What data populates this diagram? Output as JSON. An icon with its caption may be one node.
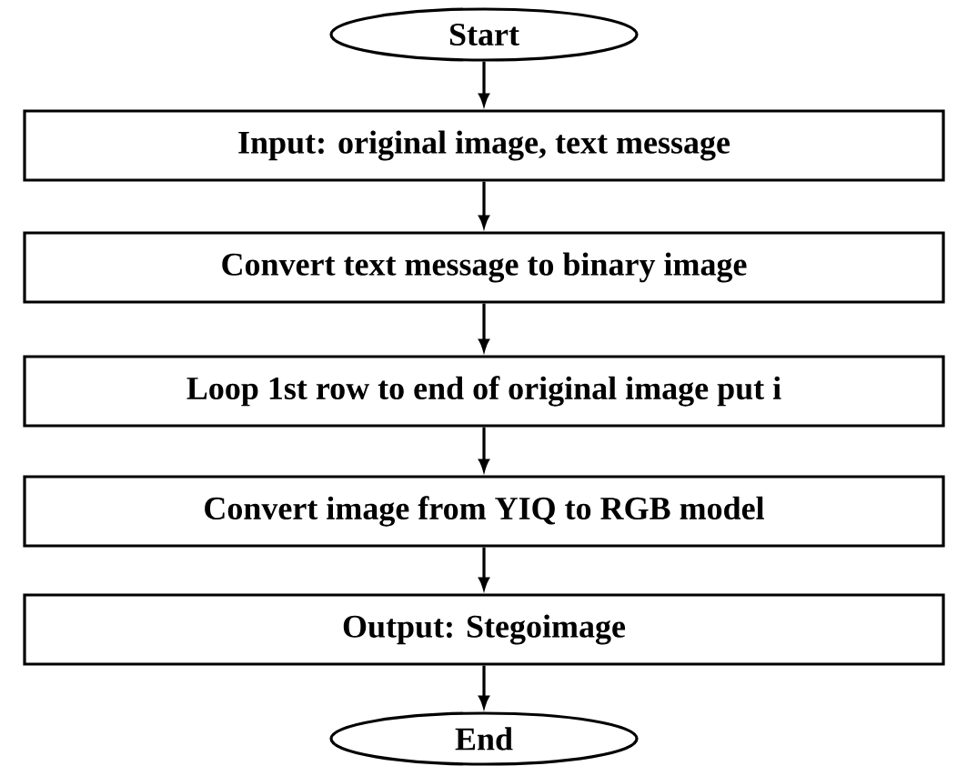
{
  "diagram": {
    "nodes": [
      {
        "text": [
          "Start"
        ]
      },
      {
        "text": [
          "Input: original image, text message"
        ]
      },
      {
        "text": [
          "Convert text message to binary image"
        ]
      },
      {
        "text": [
          "Loop 1st row to end of original image put i"
        ]
      },
      {
        "text": [
          "Convert image from YIQ to RGB model"
        ]
      },
      {
        "text": [
          "Output: Stegoimage"
        ]
      },
      {
        "text": [
          "End"
        ]
      }
    ],
    "edges": [
      {
        "from": 0,
        "to": 1,
        "arrow": "to"
      },
      {
        "from": 1,
        "to": 2,
        "arrow": "to"
      },
      {
        "from": 2,
        "to": 3,
        "arrow": "to"
      },
      {
        "from": 3,
        "to": 4,
        "arrow": "to"
      },
      {
        "from": 4,
        "to": 5,
        "arrow": "to"
      },
      {
        "from": 5,
        "to": 6,
        "arrow": "to"
      }
    ]
  }
}
